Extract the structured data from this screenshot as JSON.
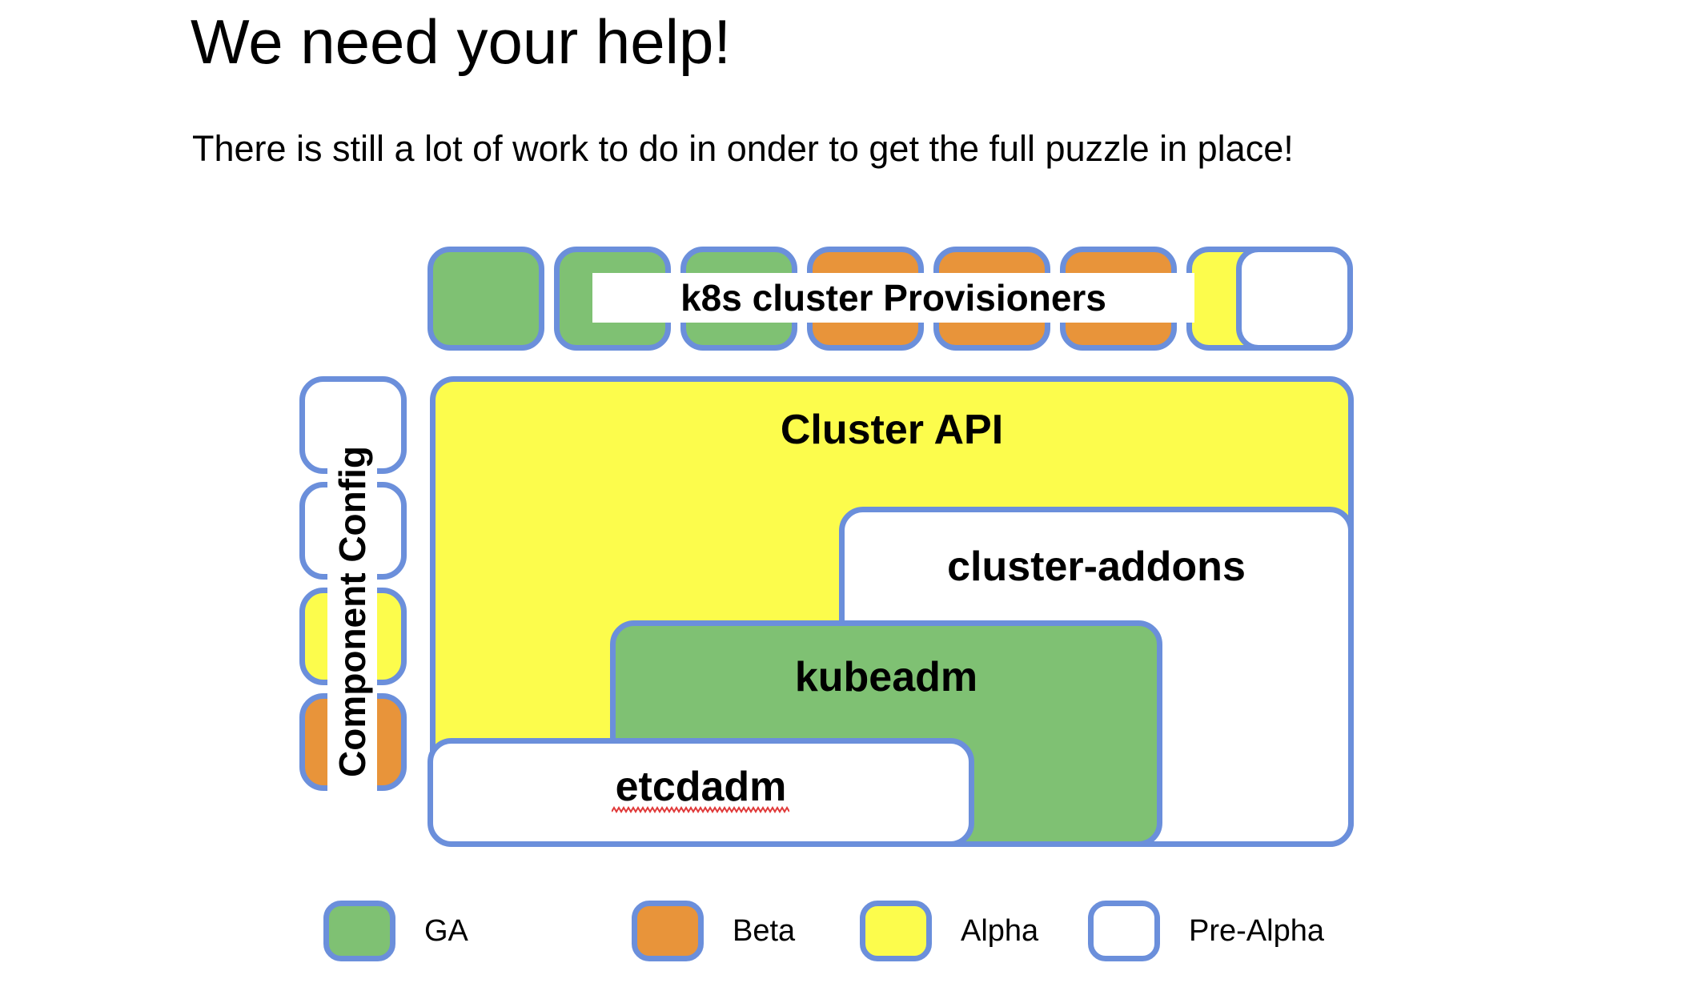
{
  "slide": {
    "title": "We need your help!",
    "subtitle": "There is still a lot of work to do in onder to get the full puzzle in place!"
  },
  "colors": {
    "border_blue": "#6b8fdb",
    "ga_green": "#7fc173",
    "beta_orange": "#e8943a",
    "alpha_yellow": "#fcfc4c",
    "prealpha_white": "#ffffff",
    "spellcheck_red": "#e03a3a",
    "text_black": "#000000"
  },
  "provisioners": {
    "band_label": "k8s cluster Provisioners",
    "tiles": [
      {
        "status": "GA",
        "fill": "ga"
      },
      {
        "status": "GA",
        "fill": "ga"
      },
      {
        "status": "GA",
        "fill": "ga"
      },
      {
        "status": "Beta",
        "fill": "beta"
      },
      {
        "status": "Beta",
        "fill": "beta"
      },
      {
        "status": "Beta",
        "fill": "beta"
      },
      {
        "status": "Alpha",
        "fill": "alpha"
      },
      {
        "status": "Pre-Alpha",
        "fill": "prealpha"
      }
    ]
  },
  "component_config": {
    "band_label": "Component Config",
    "tiles": [
      {
        "status": "Pre-Alpha",
        "fill": "prealpha"
      },
      {
        "status": "Pre-Alpha",
        "fill": "prealpha"
      },
      {
        "status": "Alpha",
        "fill": "alpha"
      },
      {
        "status": "Beta",
        "fill": "beta"
      }
    ]
  },
  "diagram": {
    "boxes": [
      {
        "label": "Cluster API",
        "status": "Alpha",
        "fill": "alpha"
      },
      {
        "label": "cluster-addons",
        "status": "Pre-Alpha",
        "fill": "prealpha"
      },
      {
        "label": "kubeadm",
        "status": "GA",
        "fill": "ga"
      },
      {
        "label": "etcdadm",
        "status": "Pre-Alpha",
        "fill": "prealpha",
        "spellcheck_underline": true
      }
    ]
  },
  "legend": {
    "items": [
      {
        "label": "GA",
        "fill": "ga"
      },
      {
        "label": "Beta",
        "fill": "beta"
      },
      {
        "label": "Alpha",
        "fill": "alpha"
      },
      {
        "label": "Pre-Alpha",
        "fill": "prealpha"
      }
    ]
  }
}
